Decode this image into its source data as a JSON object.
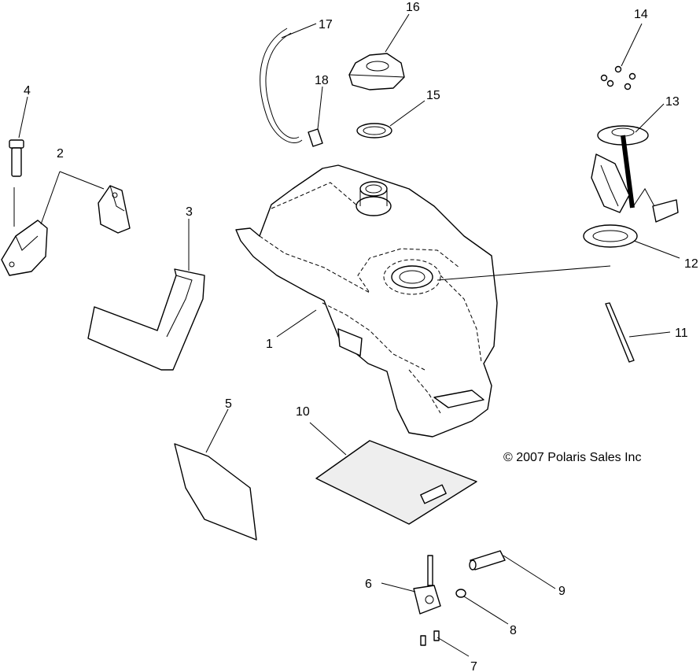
{
  "copyright": "© 2007 Polaris Sales Inc",
  "callouts": {
    "p1": "1",
    "p2": "2",
    "p3": "3",
    "p4": "4",
    "p5": "5",
    "p6": "6",
    "p7": "7",
    "p8": "8",
    "p9": "9",
    "p10": "10",
    "p11": "11",
    "p12": "12",
    "p13": "13",
    "p14": "14",
    "p15": "15",
    "p16": "16",
    "p17": "17",
    "p18": "18"
  }
}
